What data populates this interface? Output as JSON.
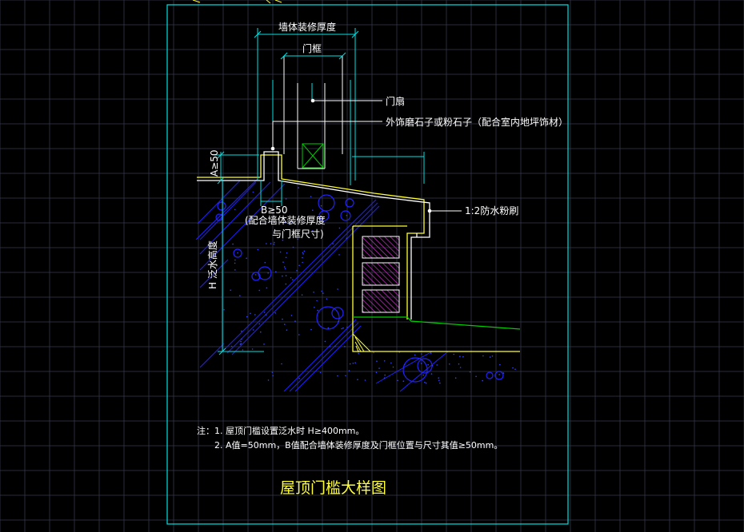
{
  "drawing": {
    "title": "屋顶门槛大样图",
    "labels": {
      "wall_finish_thickness": "墙体装修厚度",
      "door_frame": "门框",
      "door_leaf": "门扇",
      "exterior_finish": "外饰磨石子或粉石子（配合室内地坪饰材）",
      "waterproof_plaster": "1:2防水粉刷",
      "dim_a": "A≥50",
      "dim_b": "B≥50",
      "dim_b_note_1": "(配合墙体装修厚度",
      "dim_b_note_2": "与门框尺寸)",
      "flashing_height": "H 泛水高度"
    },
    "notes": [
      "注：1. 屋顶门槛设置泛水时 H≥400mm。",
      "2. A值=50mm，B值配合墙体装修厚度及门框位置与尺寸其值≥50mm。"
    ]
  },
  "colors": {
    "background": "#000000",
    "grid": "#2a2d3a",
    "frame": "#00e0e0",
    "dimension": "#00e0e0",
    "finish_line": "#ffff33",
    "structure": "#ffffff",
    "insulation": "#cc33cc",
    "ground": "#00cc00",
    "hatch": "#2222ff",
    "title": "#ffff33"
  }
}
